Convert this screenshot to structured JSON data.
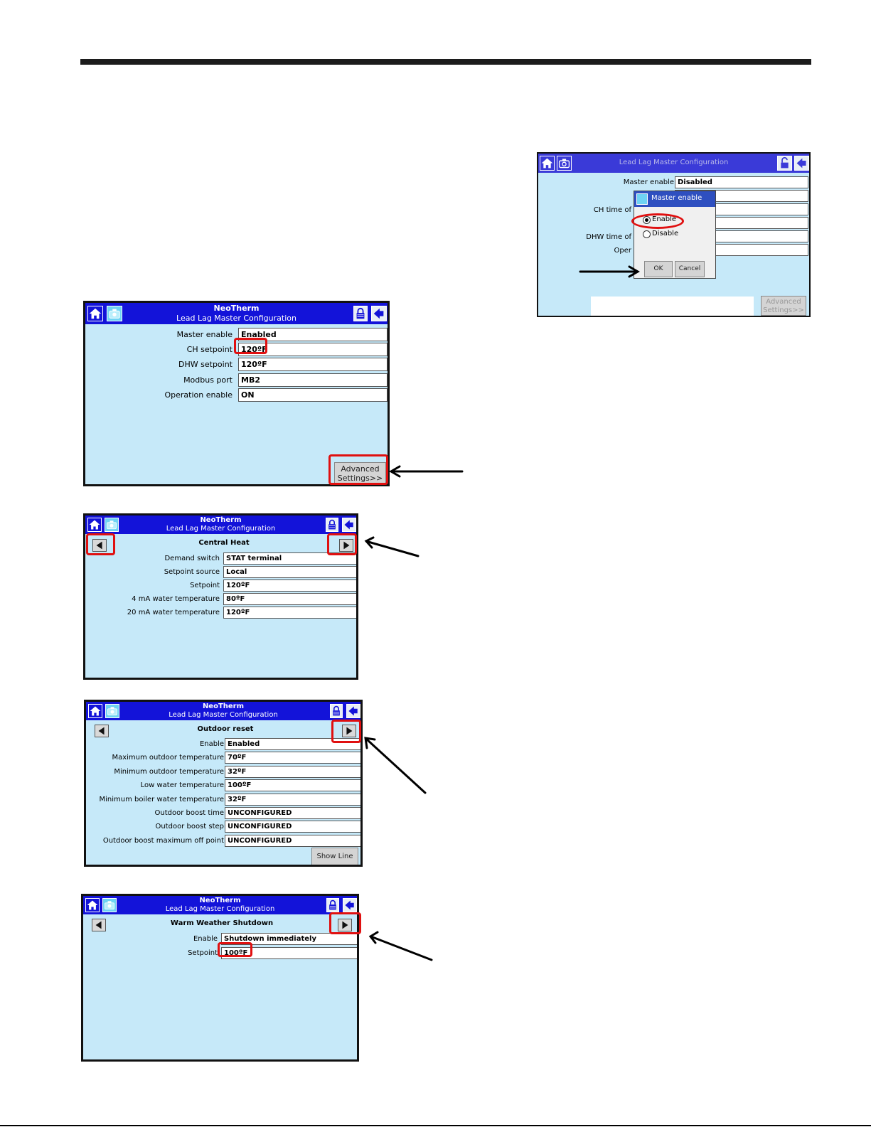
{
  "colors": {
    "title_bar": "#1313d9",
    "screen_bg": "#c6e9f9",
    "highlight": "#e01010"
  },
  "screen1": {
    "title_line1": "NeoTherm",
    "title_line2": "Lead Lag Master Configuration",
    "rows": [
      {
        "label": "Master enable",
        "value": "Enabled"
      },
      {
        "label": "CH setpoint",
        "value": "120ºF"
      },
      {
        "label": "DHW setpoint",
        "value": "120ºF"
      },
      {
        "label": "Modbus port",
        "value": "MB2"
      },
      {
        "label": "Operation enable",
        "value": "ON"
      }
    ],
    "advanced_line1": "Advanced",
    "advanced_line2": "Settings>>"
  },
  "screen2": {
    "title_line1": "NeoTherm",
    "title_line2": "Lead Lag Master Configuration",
    "section": "Central Heat",
    "rows": [
      {
        "label": "Demand switch",
        "value": "STAT terminal"
      },
      {
        "label": "Setpoint source",
        "value": "Local"
      },
      {
        "label": "Setpoint",
        "value": "120ºF"
      },
      {
        "label": "4 mA water temperature",
        "value": "80ºF"
      },
      {
        "label": "20 mA water temperature",
        "value": "120ºF"
      }
    ]
  },
  "screen3": {
    "title_line1": "NeoTherm",
    "title_line2": "Lead Lag Master Configuration",
    "section": "Outdoor reset",
    "rows": [
      {
        "label": "Enable",
        "value": "Enabled"
      },
      {
        "label": "Maximum outdoor temperature",
        "value": "70ºF"
      },
      {
        "label": "Minimum outdoor temperature",
        "value": "32ºF"
      },
      {
        "label": "Low water temperature",
        "value": "100ºF"
      },
      {
        "label": "Minimum boiler water temperature",
        "value": "32ºF"
      },
      {
        "label": "Outdoor boost time",
        "value": "UNCONFIGURED"
      },
      {
        "label": "Outdoor boost step",
        "value": "UNCONFIGURED"
      },
      {
        "label": "Outdoor boost maximum off point",
        "value": "UNCONFIGURED"
      }
    ],
    "show_line": "Show Line"
  },
  "screen4": {
    "title_line1": "NeoTherm",
    "title_line2": "Lead Lag Master Configuration",
    "section": "Warm Weather Shutdown",
    "rows": [
      {
        "label": "Enable",
        "value": "Shutdown immediately"
      },
      {
        "label": "Setpoint",
        "value": "100ºF"
      }
    ]
  },
  "screen5": {
    "title": "Lead Lag Master Configuration",
    "rows": [
      {
        "label": "Master enable",
        "value": "Disabled"
      },
      {
        "label": "",
        "value": ""
      },
      {
        "label": "CH time of",
        "value": ""
      },
      {
        "label": "",
        "value": ""
      },
      {
        "label": "DHW time of",
        "value": ""
      },
      {
        "label": "Oper",
        "value": ""
      }
    ],
    "dialog": {
      "title": "Master enable",
      "option_enable": "Enable",
      "option_disable": "Disable",
      "selected": "Enable",
      "ok": "OK",
      "cancel": "Cancel"
    },
    "advanced_line1": "Advanced",
    "advanced_line2": "Settings>>"
  }
}
